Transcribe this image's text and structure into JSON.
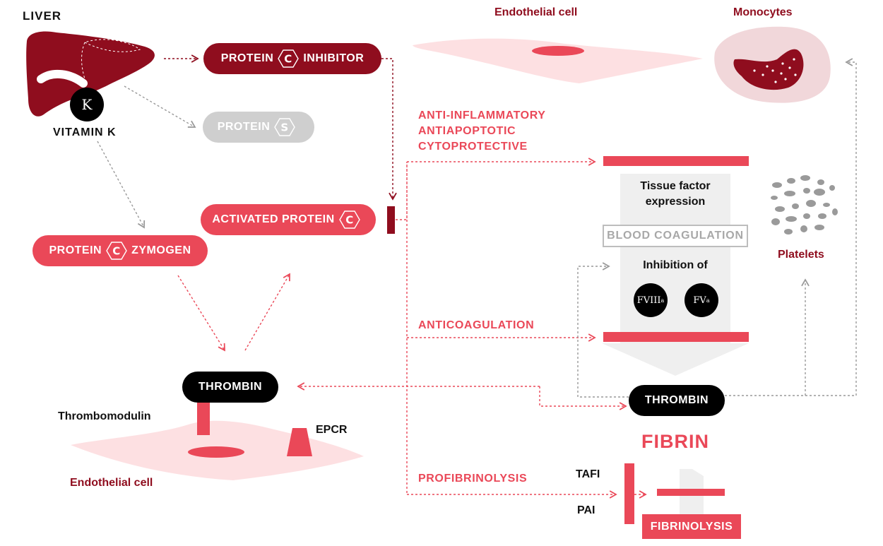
{
  "colors": {
    "dark_red": "#8f0d1e",
    "red": "#ea4858",
    "pink": "#fde0e2",
    "grey": "#cfcfcf",
    "black": "#000000"
  },
  "liver": {
    "label": "LIVER",
    "vitamin_symbol": "K",
    "vitamin_label": "VITAMIN K"
  },
  "protein_c_inhibitor": {
    "left": "PROTEIN",
    "symbol": "C",
    "right": "INHIBITOR"
  },
  "protein_s": {
    "left": "PROTEIN",
    "symbol": "S"
  },
  "activated_protein_c": {
    "left": "ACTIVATED PROTEIN",
    "symbol": "C"
  },
  "protein_c_zymogen": {
    "left": "PROTEIN",
    "symbol": "C",
    "right": "ZYMOGEN"
  },
  "endothelial_top": "Endothelial cell",
  "monocytes": "Monocytes",
  "effects": [
    "ANTI-INFLAMMATORY",
    "ANTIAPOPTOTIC",
    "CYTOPROTECTIVE"
  ],
  "tissue_factor": [
    "Tissue factor",
    "expression"
  ],
  "blood_coagulation": "BLOOD COAGULATION",
  "inhibition_of": "Inhibition of",
  "factors": [
    {
      "main": "FVIII",
      "sub": "a"
    },
    {
      "main": "FV",
      "sub": "a"
    }
  ],
  "anticoagulation": "ANTICOAGULATION",
  "platelets": "Platelets",
  "thrombin_left": "THROMBIN",
  "thrombin_right": "THROMBIN",
  "thrombomodulin": "Thrombomodulin",
  "epcr": "EPCR",
  "endothelial_bottom": "Endothelial cell",
  "fibrin": "FIBRIN",
  "profibrinolysis": "PROFIBRINOLYSIS",
  "tafi": "TAFI",
  "pai": "PAI",
  "fibrinolysis": "FIBRINOLYSIS"
}
